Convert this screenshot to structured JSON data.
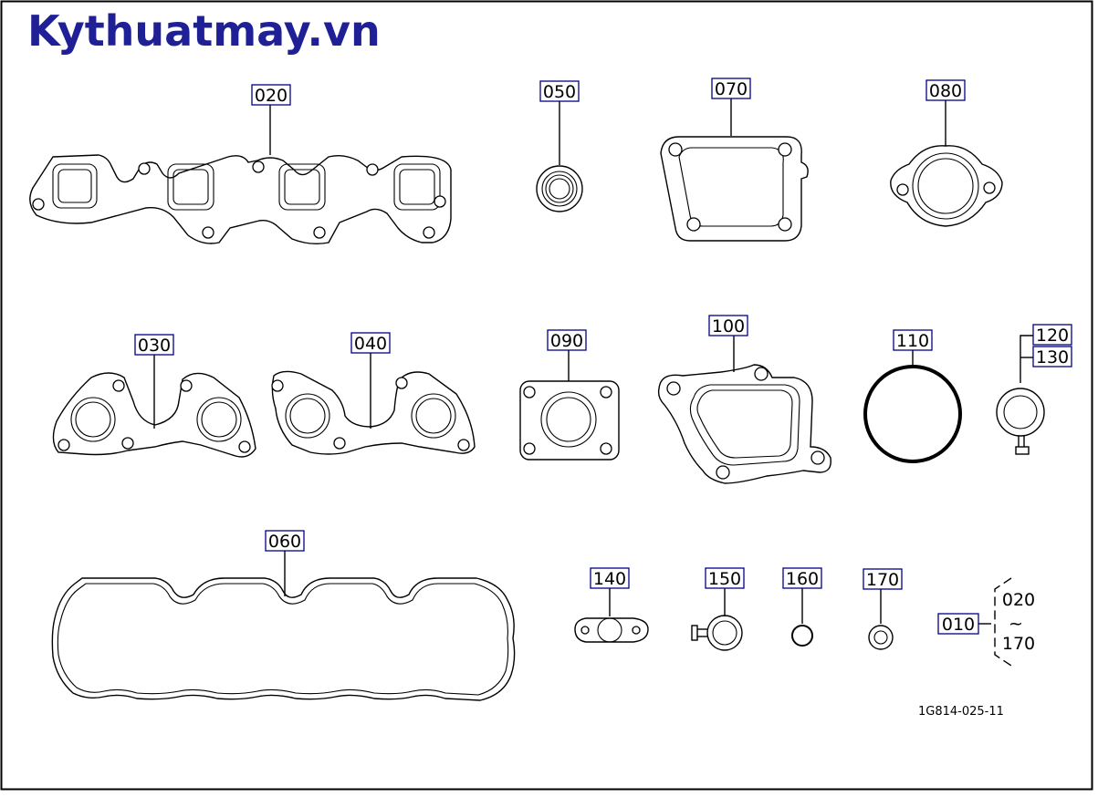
{
  "brand": {
    "text": "Kythuatmay.vn",
    "color": "#1f1f96"
  },
  "colors": {
    "label_box_border": "#00008a",
    "line": "#000000"
  },
  "diagram_code": "1G814-025-11",
  "callouts": [
    {
      "id": "c020",
      "label": "020"
    },
    {
      "id": "c050",
      "label": "050"
    },
    {
      "id": "c070",
      "label": "070"
    },
    {
      "id": "c080",
      "label": "080"
    },
    {
      "id": "c030",
      "label": "030"
    },
    {
      "id": "c040",
      "label": "040"
    },
    {
      "id": "c090",
      "label": "090"
    },
    {
      "id": "c100",
      "label": "100"
    },
    {
      "id": "c110",
      "label": "110"
    },
    {
      "id": "c120",
      "label": "120"
    },
    {
      "id": "c130",
      "label": "130"
    },
    {
      "id": "c060",
      "label": "060"
    },
    {
      "id": "c140",
      "label": "140"
    },
    {
      "id": "c150",
      "label": "150"
    },
    {
      "id": "c160",
      "label": "160"
    },
    {
      "id": "c170",
      "label": "170"
    },
    {
      "id": "c010",
      "label": "010"
    }
  ],
  "kit_range": {
    "from": "020",
    "tilde": "~",
    "to": "170"
  }
}
